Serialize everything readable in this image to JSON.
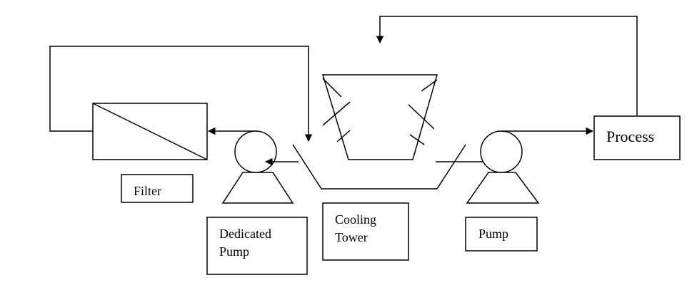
{
  "diagram": {
    "labels": {
      "filter": "Filter",
      "dedicated_pump_line1": "Dedicated",
      "dedicated_pump_line2": "Pump",
      "cooling_tower_line1": "Cooling",
      "cooling_tower_line2": "Tower",
      "pump": "Pump",
      "process": "Process"
    },
    "colors": {
      "stroke": "#000000",
      "background": "#ffffff"
    }
  }
}
